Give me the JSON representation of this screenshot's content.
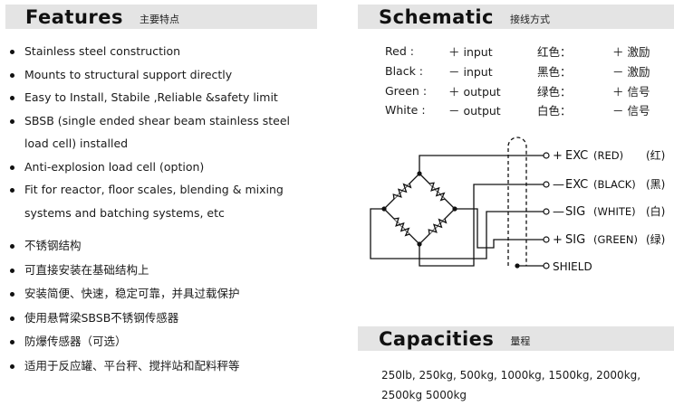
{
  "features": {
    "title": "Features",
    "subtitle": "主要特点",
    "en_items": [
      {
        "lines": [
          "Stainless steel  construction"
        ]
      },
      {
        "lines": [
          "Mounts to structural support directly"
        ]
      },
      {
        "lines": [
          "Easy to Install, Stabile ,Reliable &safety limit"
        ]
      },
      {
        "lines": [
          "SBSB (single ended shear beam stainless steel",
          "load cell)  installed"
        ]
      },
      {
        "lines": [
          "Anti-explosion load cell (option)"
        ]
      },
      {
        "lines": [
          "Fit for reactor, floor scales, blending & mixing",
          "systems and batching systems, etc"
        ]
      }
    ],
    "cn_items": [
      "不锈钢结构",
      "可直接安装在基础结构上",
      "安装简便、快速，稳定可靠，并具过载保护",
      "使用悬臂梁SBSB不锈钢传感器",
      "防爆传感器（可选）",
      "适用于反应罐、平台秤、搅拌站和配料秤等"
    ]
  },
  "schematic": {
    "title": "Schematic",
    "subtitle": "接线方式",
    "wires": [
      {
        "color_en": "Red :",
        "func_en": "＋ input",
        "color_cn": "红色：",
        "func_cn": "＋ 激励"
      },
      {
        "color_en": "Black :",
        "func_en": "－ input",
        "color_cn": "黑色：",
        "func_cn": "－ 激励"
      },
      {
        "color_en": "Green :",
        "func_en": "＋ output",
        "color_cn": "绿色：",
        "func_cn": "＋ 信号"
      },
      {
        "color_en": "White :",
        "func_en": "－ output",
        "color_cn": "白色：",
        "func_cn": "－ 信号"
      }
    ],
    "terminals": [
      {
        "sign": "+",
        "name": "EXC",
        "color": "(RED)",
        "cn": "(红)"
      },
      {
        "sign": "—",
        "name": "EXC",
        "color": "(BLACK)",
        "cn": "(黑)"
      },
      {
        "sign": "—",
        "name": "SIG",
        "color": "(WHITE)",
        "cn": "(白)"
      },
      {
        "sign": "+",
        "name": "SIG",
        "color": "(GREEN)",
        "cn": "(绿)"
      }
    ],
    "shield_label": "SHIELD"
  },
  "capacities": {
    "title": "Capacities",
    "subtitle": "量程",
    "text": "250lb, 250kg, 500kg, 1000kg, 1500kg, 2000kg, 2500kg 5000kg"
  }
}
